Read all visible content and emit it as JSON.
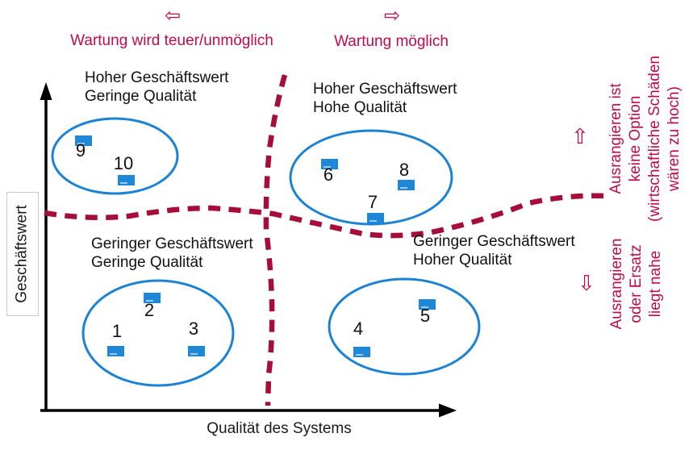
{
  "top": {
    "left_arrow": "⇦",
    "left_label": "Wartung wird teuer/unmöglich",
    "right_arrow": "⇨",
    "right_label": "Wartung möglich"
  },
  "axes": {
    "y_label": "Geschäftswert",
    "x_label": "Qualität des Systems"
  },
  "quadrants": {
    "tl": {
      "line1": "Hoher Geschäftswert",
      "line2": "Geringe Qualität"
    },
    "tr": {
      "line1": "Hoher Geschäftswert",
      "line2": "Hohe Qualität"
    },
    "bl": {
      "line1": "Geringer Geschäftswert",
      "line2": "Geringe Qualität"
    },
    "br": {
      "line1": "Geringer Geschäftswert",
      "line2": "Hoher Qualität"
    }
  },
  "right_annotations": {
    "keep": {
      "arrow": "⇧",
      "line1": "Ausrangieren ist",
      "line2": "keine Option",
      "line3": "(wirtschaftliche Schäden",
      "line4": "wären zu hoch)"
    },
    "discard": {
      "arrow": "⇩",
      "line1": "Ausrangieren",
      "line2": "oder Ersatz",
      "line3": "liegt nahe"
    }
  },
  "items": [
    {
      "n": "1",
      "num": [
        145,
        411
      ],
      "icon": [
        133,
        429
      ]
    },
    {
      "n": "2",
      "num": [
        185,
        385
      ],
      "icon": [
        178,
        363
      ]
    },
    {
      "n": "3",
      "num": [
        240,
        408
      ],
      "icon": [
        233,
        429
      ]
    },
    {
      "n": "4",
      "num": [
        444,
        408
      ],
      "icon": [
        438,
        430
      ]
    },
    {
      "n": "5",
      "num": [
        527,
        392
      ],
      "icon": [
        519,
        371
      ]
    },
    {
      "n": "6",
      "num": [
        407,
        217
      ],
      "icon": [
        398,
        197
      ]
    },
    {
      "n": "7",
      "num": [
        462,
        251
      ],
      "icon": [
        455,
        264
      ]
    },
    {
      "n": "8",
      "num": [
        501,
        211
      ],
      "icon": [
        493,
        223
      ]
    },
    {
      "n": "9",
      "num": [
        100,
        187
      ],
      "icon": [
        93,
        168
      ]
    },
    {
      "n": "10",
      "num": [
        153,
        203
      ],
      "icon": [
        146,
        217
      ]
    }
  ],
  "colors": {
    "accent_text": "#c00a4a",
    "accent_dash": "#a60d38",
    "blue_fill": "#1e88d7",
    "blue_stroke": "#1b82d4"
  },
  "chart_data": {
    "type": "scatter",
    "xlabel": "Qualität des Systems",
    "ylabel": "Geschäftswert",
    "legend": "none",
    "quadrant_clusters": [
      {
        "quadrant": "Hoher Geschäftswert / Geringe Qualität",
        "systems": [
          "9",
          "10"
        ]
      },
      {
        "quadrant": "Hoher Geschäftswert / Hohe Qualität",
        "systems": [
          "6",
          "7",
          "8"
        ]
      },
      {
        "quadrant": "Geringer Geschäftswert / Geringe Qualität",
        "systems": [
          "1",
          "2",
          "3"
        ]
      },
      {
        "quadrant": "Geringer Geschäftswert / Hoher Qualität",
        "systems": [
          "4",
          "5"
        ]
      }
    ]
  }
}
